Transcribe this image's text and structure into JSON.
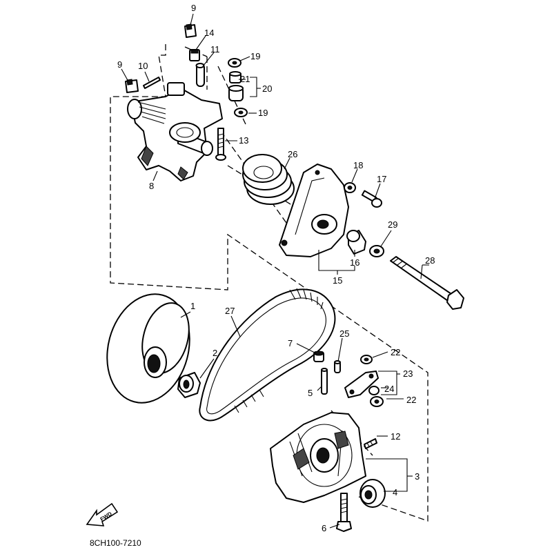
{
  "callouts": {
    "c1": "1",
    "c2": "2",
    "c3": "3",
    "c4": "4",
    "c5": "5",
    "c6": "6",
    "c7": "7",
    "c8": "8",
    "c9a": "9",
    "c9b": "9",
    "c10": "10",
    "c11": "11",
    "c12": "12",
    "c13": "13",
    "c14": "14",
    "c15": "15",
    "c16": "16",
    "c17": "17",
    "c18": "18",
    "c19a": "19",
    "c19b": "19",
    "c20": "20",
    "c21": "21",
    "c22a": "22",
    "c22b": "22",
    "c23": "23",
    "c24": "24",
    "c25": "25",
    "c26": "26",
    "c27": "27",
    "c28": "28",
    "c29": "29"
  },
  "fwd_label": "FWD",
  "drawing_code": "8CH100-7210"
}
